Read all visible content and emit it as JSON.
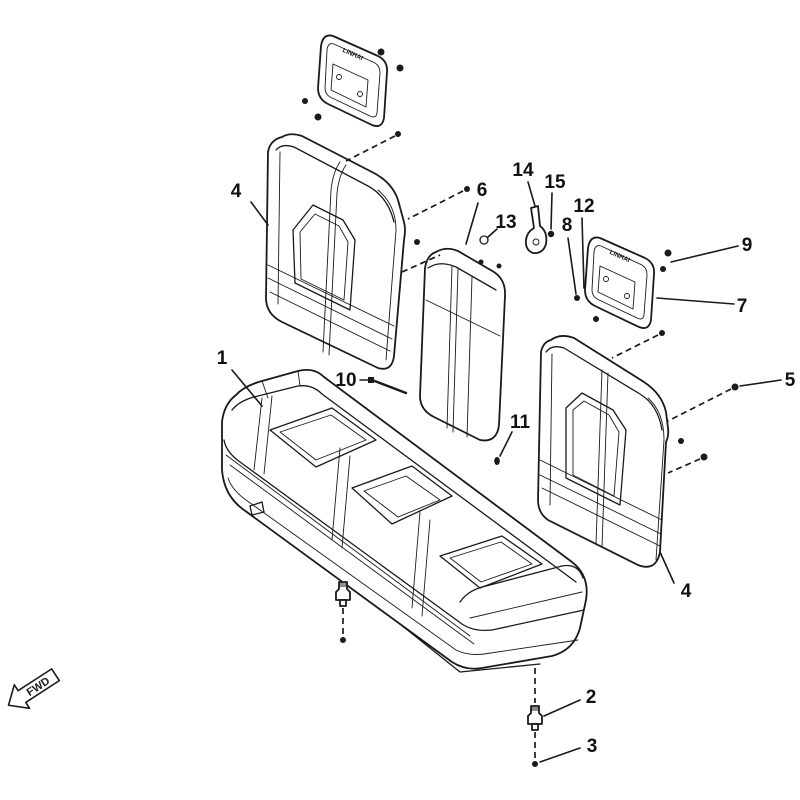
{
  "figure": {
    "fwd_label": "FWD",
    "logo_text": "LINHAI"
  },
  "colors": {
    "line": "#1a1a1a",
    "background": "#ffffff"
  },
  "callouts": [
    {
      "label": "14"
    },
    {
      "label": "15"
    },
    {
      "label": "6"
    },
    {
      "label": "13"
    },
    {
      "label": "8"
    },
    {
      "label": "12"
    },
    {
      "label": "9"
    },
    {
      "label": "4"
    },
    {
      "label": "7"
    },
    {
      "label": "1"
    },
    {
      "label": "10"
    },
    {
      "label": "11"
    },
    {
      "label": "5"
    },
    {
      "label": "4"
    },
    {
      "label": "2"
    },
    {
      "label": "3"
    }
  ]
}
